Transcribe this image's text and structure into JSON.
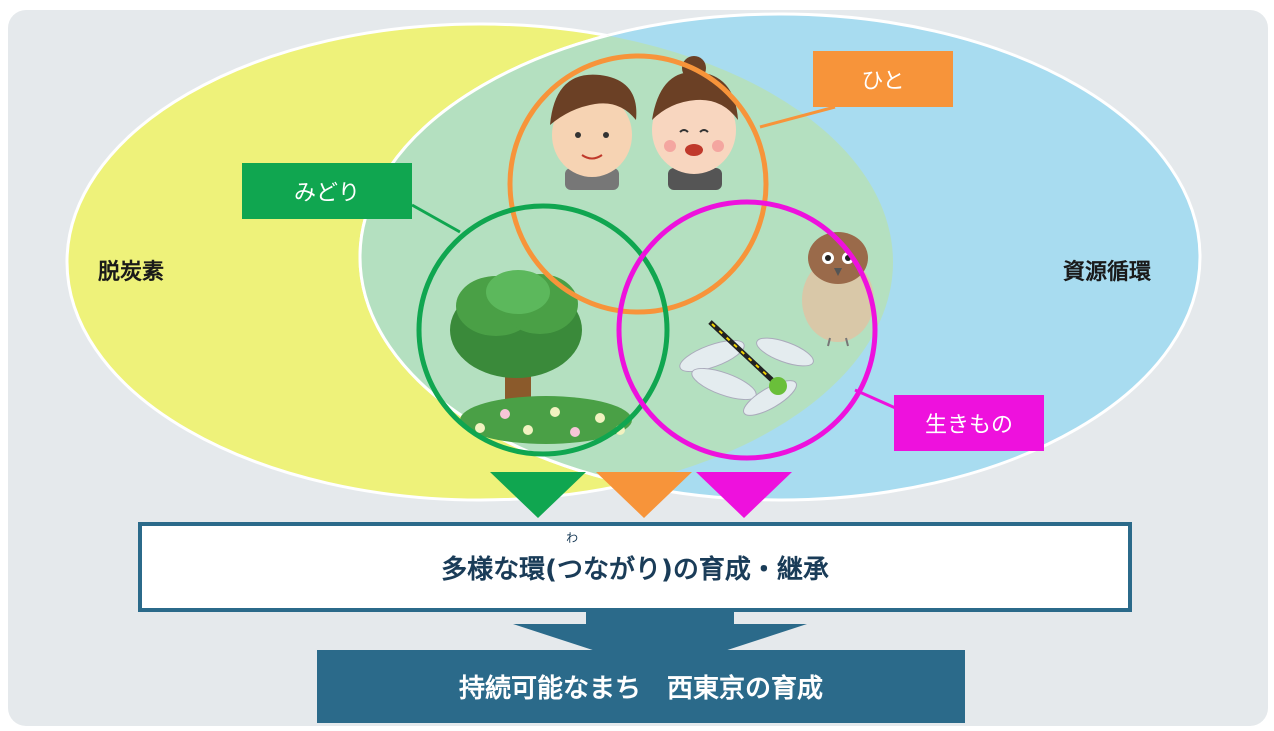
{
  "outer_labels": {
    "left": "脱炭素",
    "right": "資源循環"
  },
  "tags": {
    "hito": "ひと",
    "midori": "みどり",
    "ikimono": "生きもの"
  },
  "result": {
    "prefix": "多様な",
    "kanji": "環",
    "suffix": "(つながり)の育成・継承",
    "furigana": "わ"
  },
  "goal": "持続可能なまち　西東京の育成",
  "colors": {
    "hito": "#f7943a",
    "midori": "#10a650",
    "ikimono": "#ee11dd",
    "decarbon": "#eef27a",
    "resource": "#a8dcf0",
    "overlap": "#b4e0c0",
    "frame": "#2b6a8a"
  }
}
